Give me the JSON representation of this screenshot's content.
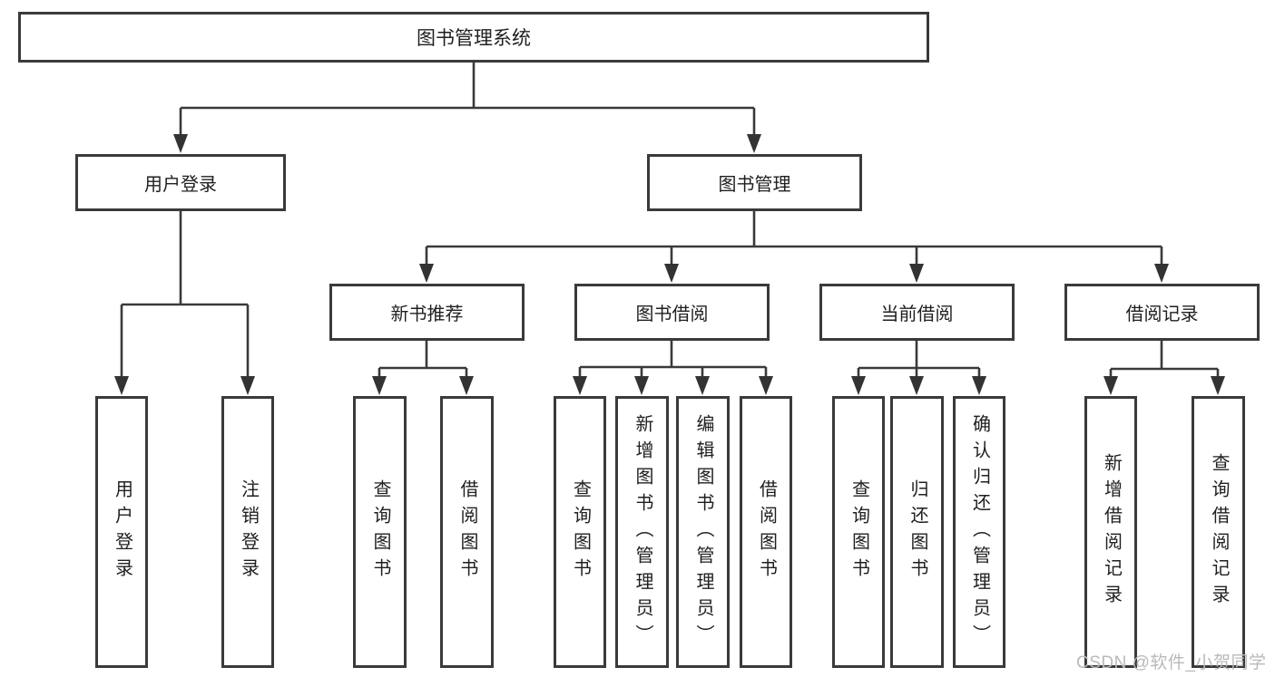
{
  "diagram": {
    "type": "tree",
    "title": "图书管理系统",
    "nodes": {
      "root": "图书管理系统",
      "l2": [
        "用户登录",
        "图书管理"
      ],
      "l3": [
        "新书推荐",
        "图书借阅",
        "当前借阅",
        "借阅记录"
      ],
      "leaves_user": [
        "用户登录",
        "注销登录"
      ],
      "leaves_recommend": [
        "查询图书",
        "借阅图书"
      ],
      "leaves_borrow": [
        "查询图书",
        "新增图书（管理员）",
        "编辑图书（管理员）",
        "借阅图书"
      ],
      "leaves_current": [
        "查询图书",
        "归还图书",
        "确认归还（管理员）"
      ],
      "leaves_records": [
        "新增借阅记录",
        "查询借阅记录"
      ]
    },
    "edges": [
      [
        "图书管理系统",
        "用户登录"
      ],
      [
        "图书管理系统",
        "图书管理"
      ],
      [
        "用户登录",
        "用户登录(子)"
      ],
      [
        "用户登录",
        "注销登录"
      ],
      [
        "图书管理",
        "新书推荐"
      ],
      [
        "图书管理",
        "图书借阅"
      ],
      [
        "图书管理",
        "当前借阅"
      ],
      [
        "图书管理",
        "借阅记录"
      ],
      [
        "新书推荐",
        "查询图书"
      ],
      [
        "新书推荐",
        "借阅图书"
      ],
      [
        "图书借阅",
        "查询图书"
      ],
      [
        "图书借阅",
        "新增图书（管理员）"
      ],
      [
        "图书借阅",
        "编辑图书（管理员）"
      ],
      [
        "图书借阅",
        "借阅图书"
      ],
      [
        "当前借阅",
        "查询图书"
      ],
      [
        "当前借阅",
        "归还图书"
      ],
      [
        "当前借阅",
        "确认归还（管理员）"
      ],
      [
        "借阅记录",
        "新增借阅记录"
      ],
      [
        "借阅记录",
        "查询借阅记录"
      ]
    ],
    "colors": {
      "line": "#3a3a3a",
      "box_border": "#3a3a3a",
      "text": "#1f1f1f",
      "background": "#ffffff",
      "watermark": "#b9b9b9"
    }
  },
  "watermark": "CSDN @软件_小贺同学"
}
